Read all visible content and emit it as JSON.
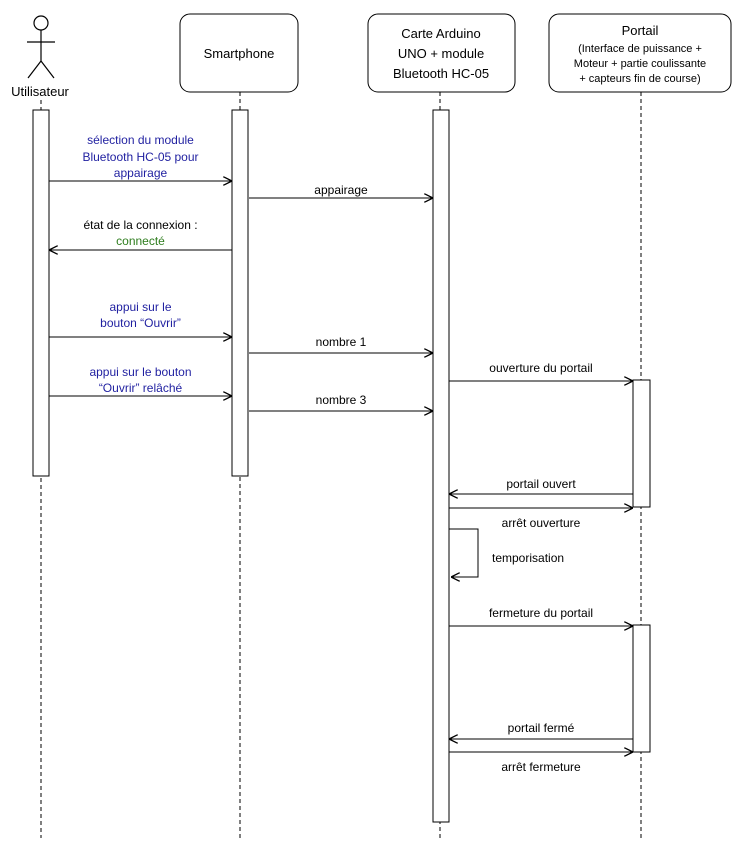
{
  "colors": {
    "line": "#000000",
    "user_text": "#1f1fa0",
    "status_ok": "#2e7d1e",
    "system_text": "#000000"
  },
  "participants": [
    {
      "id": "user",
      "label": "Utilisateur",
      "kind": "actor-icon"
    },
    {
      "id": "phone",
      "label": "Smartphone",
      "kind": "box"
    },
    {
      "id": "arduino",
      "lines": [
        "Carte Arduino",
        "UNO + module",
        "Bluetooth HC-05"
      ],
      "kind": "box"
    },
    {
      "id": "portail",
      "title": "Portail",
      "desc": [
        "(Interface de puissance +",
        "Moteur + partie coulissante",
        "+ capteurs fin de course)"
      ],
      "kind": "box"
    }
  ],
  "messages": [
    {
      "from": "user",
      "to": "phone",
      "lines": [
        [
          {
            "t": "sélection du module",
            "c": "user_text"
          }
        ],
        [
          {
            "t": "Bluetooth HC-05 pour",
            "c": "user_text"
          }
        ],
        [
          {
            "t": "appairage",
            "c": "user_text"
          }
        ]
      ]
    },
    {
      "from": "phone",
      "to": "arduino",
      "lines": [
        [
          {
            "t": "appairage",
            "c": "system_text"
          }
        ]
      ]
    },
    {
      "from": "phone",
      "to": "user",
      "lines": [
        [
          {
            "t": "état de la connexion :",
            "c": "system_text"
          }
        ],
        [
          {
            "t": "connecté",
            "c": "status_ok"
          }
        ]
      ]
    },
    {
      "from": "user",
      "to": "phone",
      "lines": [
        [
          {
            "t": "appui sur le",
            "c": "user_text"
          }
        ],
        [
          {
            "t": "bouton “Ouvrir”",
            "c": "user_text"
          }
        ]
      ]
    },
    {
      "from": "phone",
      "to": "arduino",
      "lines": [
        [
          {
            "t": "nombre 1",
            "c": "system_text"
          }
        ]
      ]
    },
    {
      "from": "arduino",
      "to": "portail",
      "lines": [
        [
          {
            "t": "ouverture du portail",
            "c": "system_text"
          }
        ]
      ]
    },
    {
      "from": "user",
      "to": "phone",
      "lines": [
        [
          {
            "t": "appui sur le bouton",
            "c": "user_text"
          }
        ],
        [
          {
            "t": "“Ouvrir” relâché",
            "c": "user_text"
          }
        ]
      ]
    },
    {
      "from": "phone",
      "to": "arduino",
      "lines": [
        [
          {
            "t": "nombre 3",
            "c": "system_text"
          }
        ]
      ]
    },
    {
      "from": "portail",
      "to": "arduino",
      "lines": [
        [
          {
            "t": "portail ouvert",
            "c": "system_text"
          }
        ]
      ]
    },
    {
      "from": "arduino",
      "to": "portail",
      "lines": [
        [
          {
            "t": "arrêt ouverture",
            "c": "system_text"
          }
        ]
      ]
    },
    {
      "from": "arduino",
      "to": "arduino",
      "lines": [
        [
          {
            "t": "temporisation",
            "c": "system_text"
          }
        ]
      ]
    },
    {
      "from": "arduino",
      "to": "portail",
      "lines": [
        [
          {
            "t": "fermeture du portail",
            "c": "system_text"
          }
        ]
      ]
    },
    {
      "from": "portail",
      "to": "arduino",
      "lines": [
        [
          {
            "t": "portail fermé",
            "c": "system_text"
          }
        ]
      ]
    },
    {
      "from": "arduino",
      "to": "portail",
      "lines": [
        [
          {
            "t": "arrêt fermeture",
            "c": "system_text"
          }
        ]
      ]
    }
  ]
}
